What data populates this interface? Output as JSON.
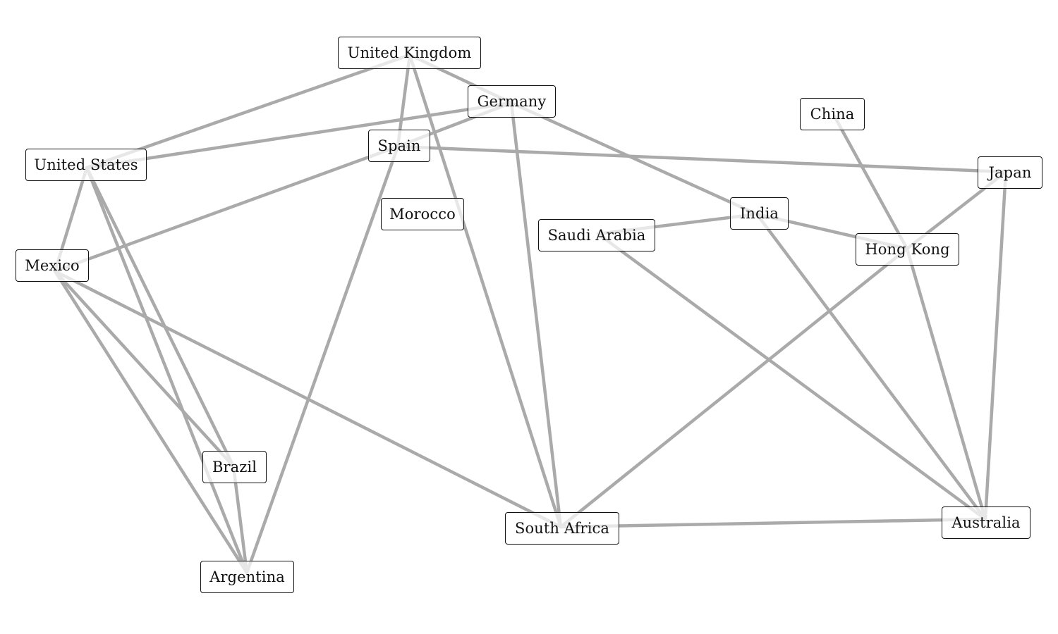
{
  "diagram": {
    "type": "network-graph",
    "edge_color": "#aaaaaa",
    "node_border_color": "#111111",
    "nodes": [
      {
        "id": "uk",
        "label": "United Kingdom"
      },
      {
        "id": "germany",
        "label": "Germany"
      },
      {
        "id": "spain",
        "label": "Spain"
      },
      {
        "id": "us",
        "label": "United States"
      },
      {
        "id": "mexico",
        "label": "Mexico"
      },
      {
        "id": "morocco",
        "label": "Morocco"
      },
      {
        "id": "saudi",
        "label": "Saudi Arabia"
      },
      {
        "id": "india",
        "label": "India"
      },
      {
        "id": "china",
        "label": "China"
      },
      {
        "id": "japan",
        "label": "Japan"
      },
      {
        "id": "hongkong",
        "label": "Hong Kong"
      },
      {
        "id": "brazil",
        "label": "Brazil"
      },
      {
        "id": "argentina",
        "label": "Argentina"
      },
      {
        "id": "southafrica",
        "label": "South Africa"
      },
      {
        "id": "australia",
        "label": "Australia"
      }
    ],
    "edges": [
      [
        "uk",
        "us"
      ],
      [
        "uk",
        "spain"
      ],
      [
        "uk",
        "germany"
      ],
      [
        "uk",
        "southafrica"
      ],
      [
        "germany",
        "us"
      ],
      [
        "germany",
        "spain"
      ],
      [
        "germany",
        "india"
      ],
      [
        "germany",
        "southafrica"
      ],
      [
        "spain",
        "mexico"
      ],
      [
        "spain",
        "japan"
      ],
      [
        "spain",
        "argentina"
      ],
      [
        "us",
        "mexico"
      ],
      [
        "us",
        "brazil"
      ],
      [
        "us",
        "argentina"
      ],
      [
        "mexico",
        "brazil"
      ],
      [
        "mexico",
        "argentina"
      ],
      [
        "mexico",
        "southafrica"
      ],
      [
        "brazil",
        "argentina"
      ],
      [
        "saudi",
        "india"
      ],
      [
        "saudi",
        "australia"
      ],
      [
        "india",
        "hongkong"
      ],
      [
        "india",
        "australia"
      ],
      [
        "china",
        "hongkong"
      ],
      [
        "hongkong",
        "japan"
      ],
      [
        "hongkong",
        "southafrica"
      ],
      [
        "hongkong",
        "australia"
      ],
      [
        "japan",
        "australia"
      ],
      [
        "southafrica",
        "australia"
      ]
    ]
  }
}
